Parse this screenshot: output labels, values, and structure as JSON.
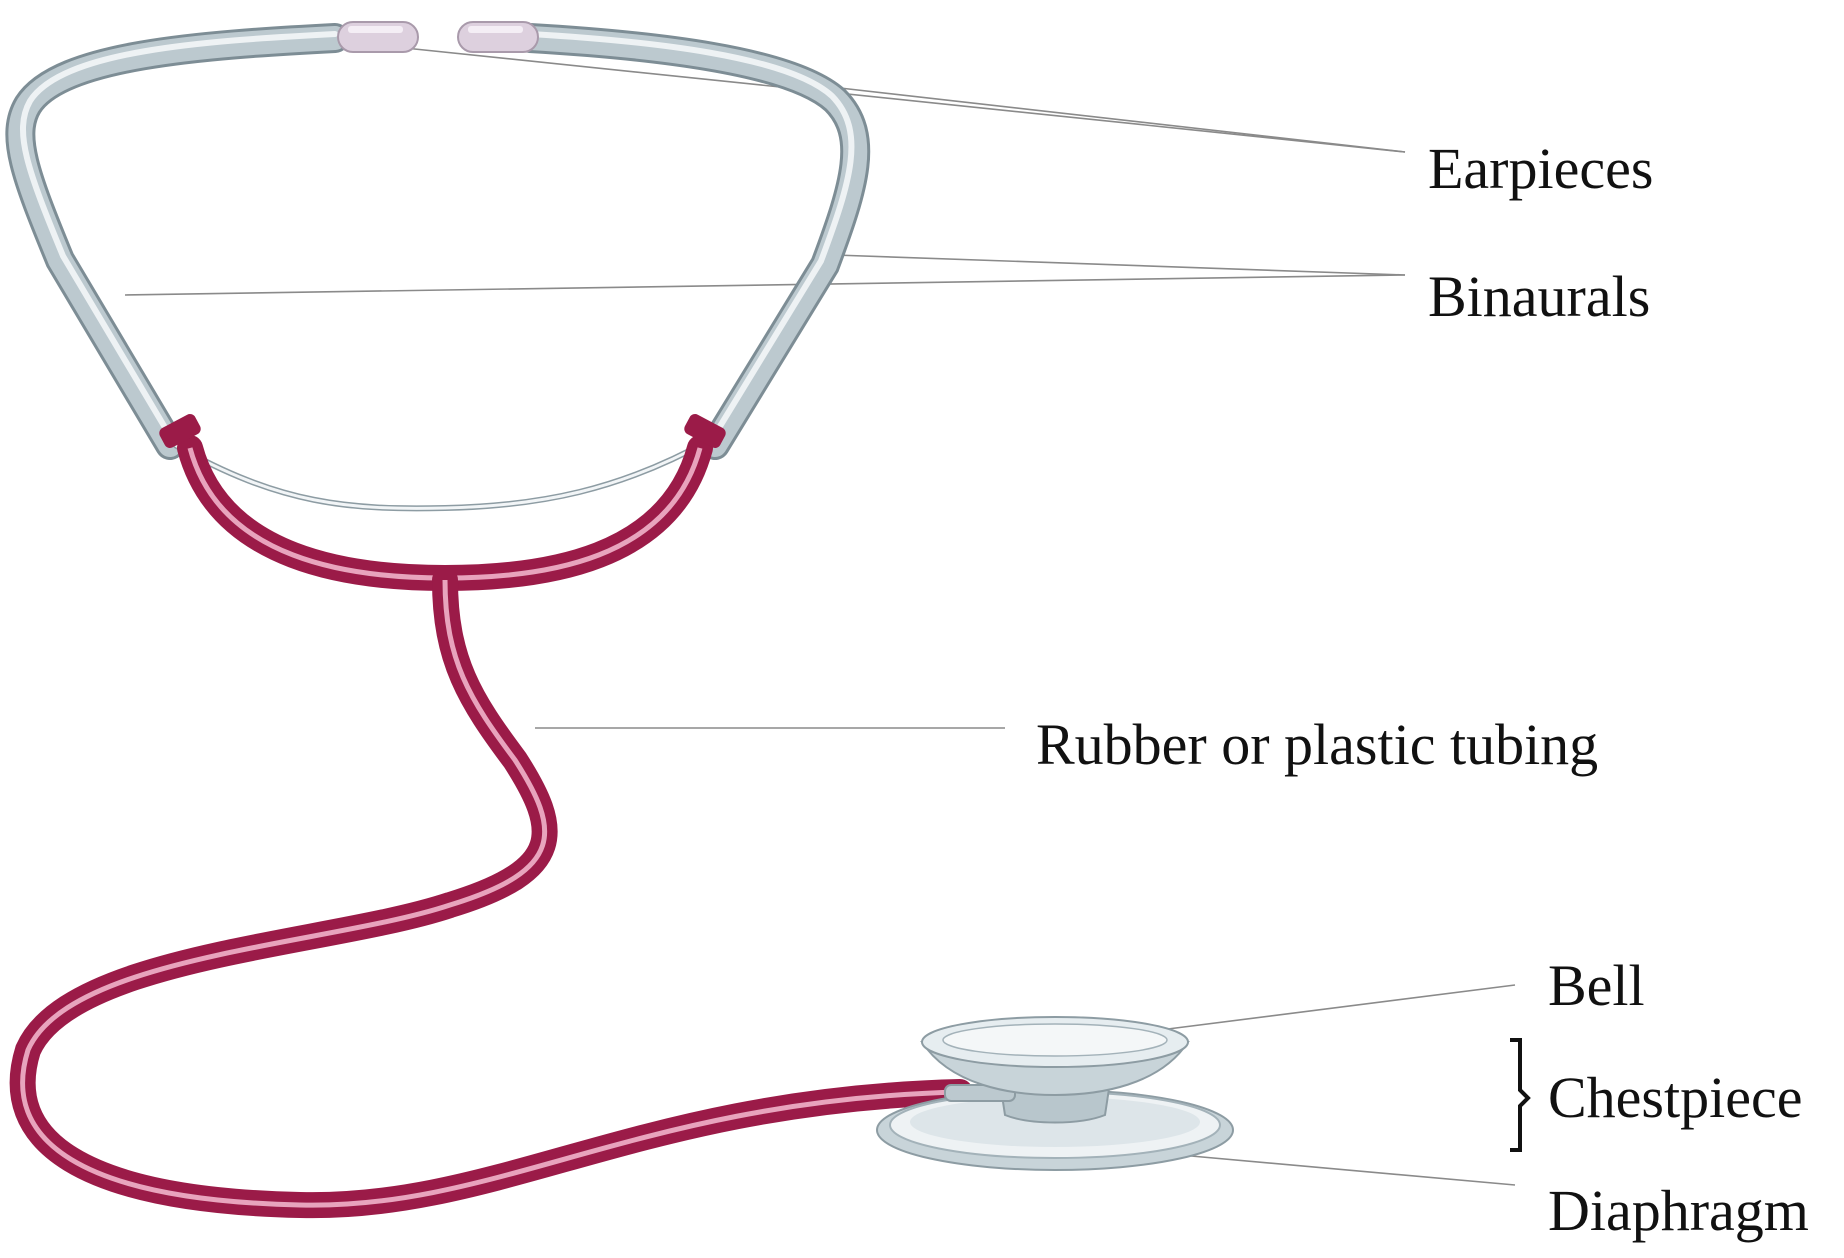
{
  "labels": {
    "earpieces": "Earpieces",
    "binaurals": "Binaurals",
    "tubing": "Rubber or plastic tubing",
    "bell": "Bell",
    "chestpiece": "Chestpiece",
    "diaphragm": "Diaphragm"
  },
  "colors": {
    "tubing": "#9b1b48",
    "tubing_highlight": "#e8a4bd",
    "metal": "#bcc9cf",
    "metal_highlight": "#eef2f4",
    "earpiece": "#ddd0de",
    "leader_line": "#8a8a8a"
  }
}
